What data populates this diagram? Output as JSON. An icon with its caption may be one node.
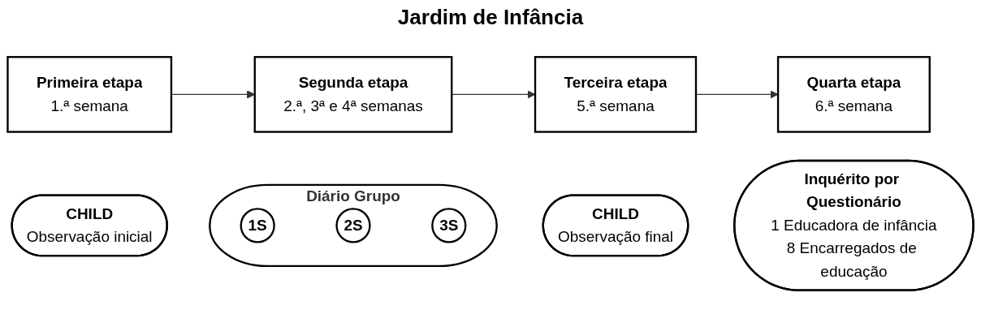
{
  "diagram": {
    "title": "Jardim de Infância",
    "nodes": [
      {
        "text": [
          "Primeira etapa",
          "1.ª semana"
        ]
      },
      {
        "text": [
          "Segunda etapa",
          "2.ª, 3ª e 4ª semanas"
        ]
      },
      {
        "text": [
          "Terceira etapa",
          "5.ª semana"
        ]
      },
      {
        "text": [
          "Quarta etapa",
          "6.ª semana"
        ]
      },
      {
        "text": [
          "CHILD",
          "Observação inicial"
        ]
      },
      {
        "text": [
          "Diário Grupo"
        ]
      },
      {
        "text": [
          "1S"
        ],
        "in": 5
      },
      {
        "text": [
          "2S"
        ],
        "in": 5
      },
      {
        "text": [
          "3S"
        ],
        "in": 5
      },
      {
        "text": [
          "CHILD",
          "Observação final"
        ]
      },
      {
        "text": [
          "Inquérito por Questionário",
          "1 Educadora de infância",
          "8 Encarregados de educação"
        ]
      }
    ],
    "edges": [
      {
        "from": 0,
        "to": 1,
        "arrow": "to"
      },
      {
        "from": 1,
        "to": 2,
        "arrow": "to"
      },
      {
        "from": 2,
        "to": 3,
        "arrow": "to"
      }
    ]
  }
}
